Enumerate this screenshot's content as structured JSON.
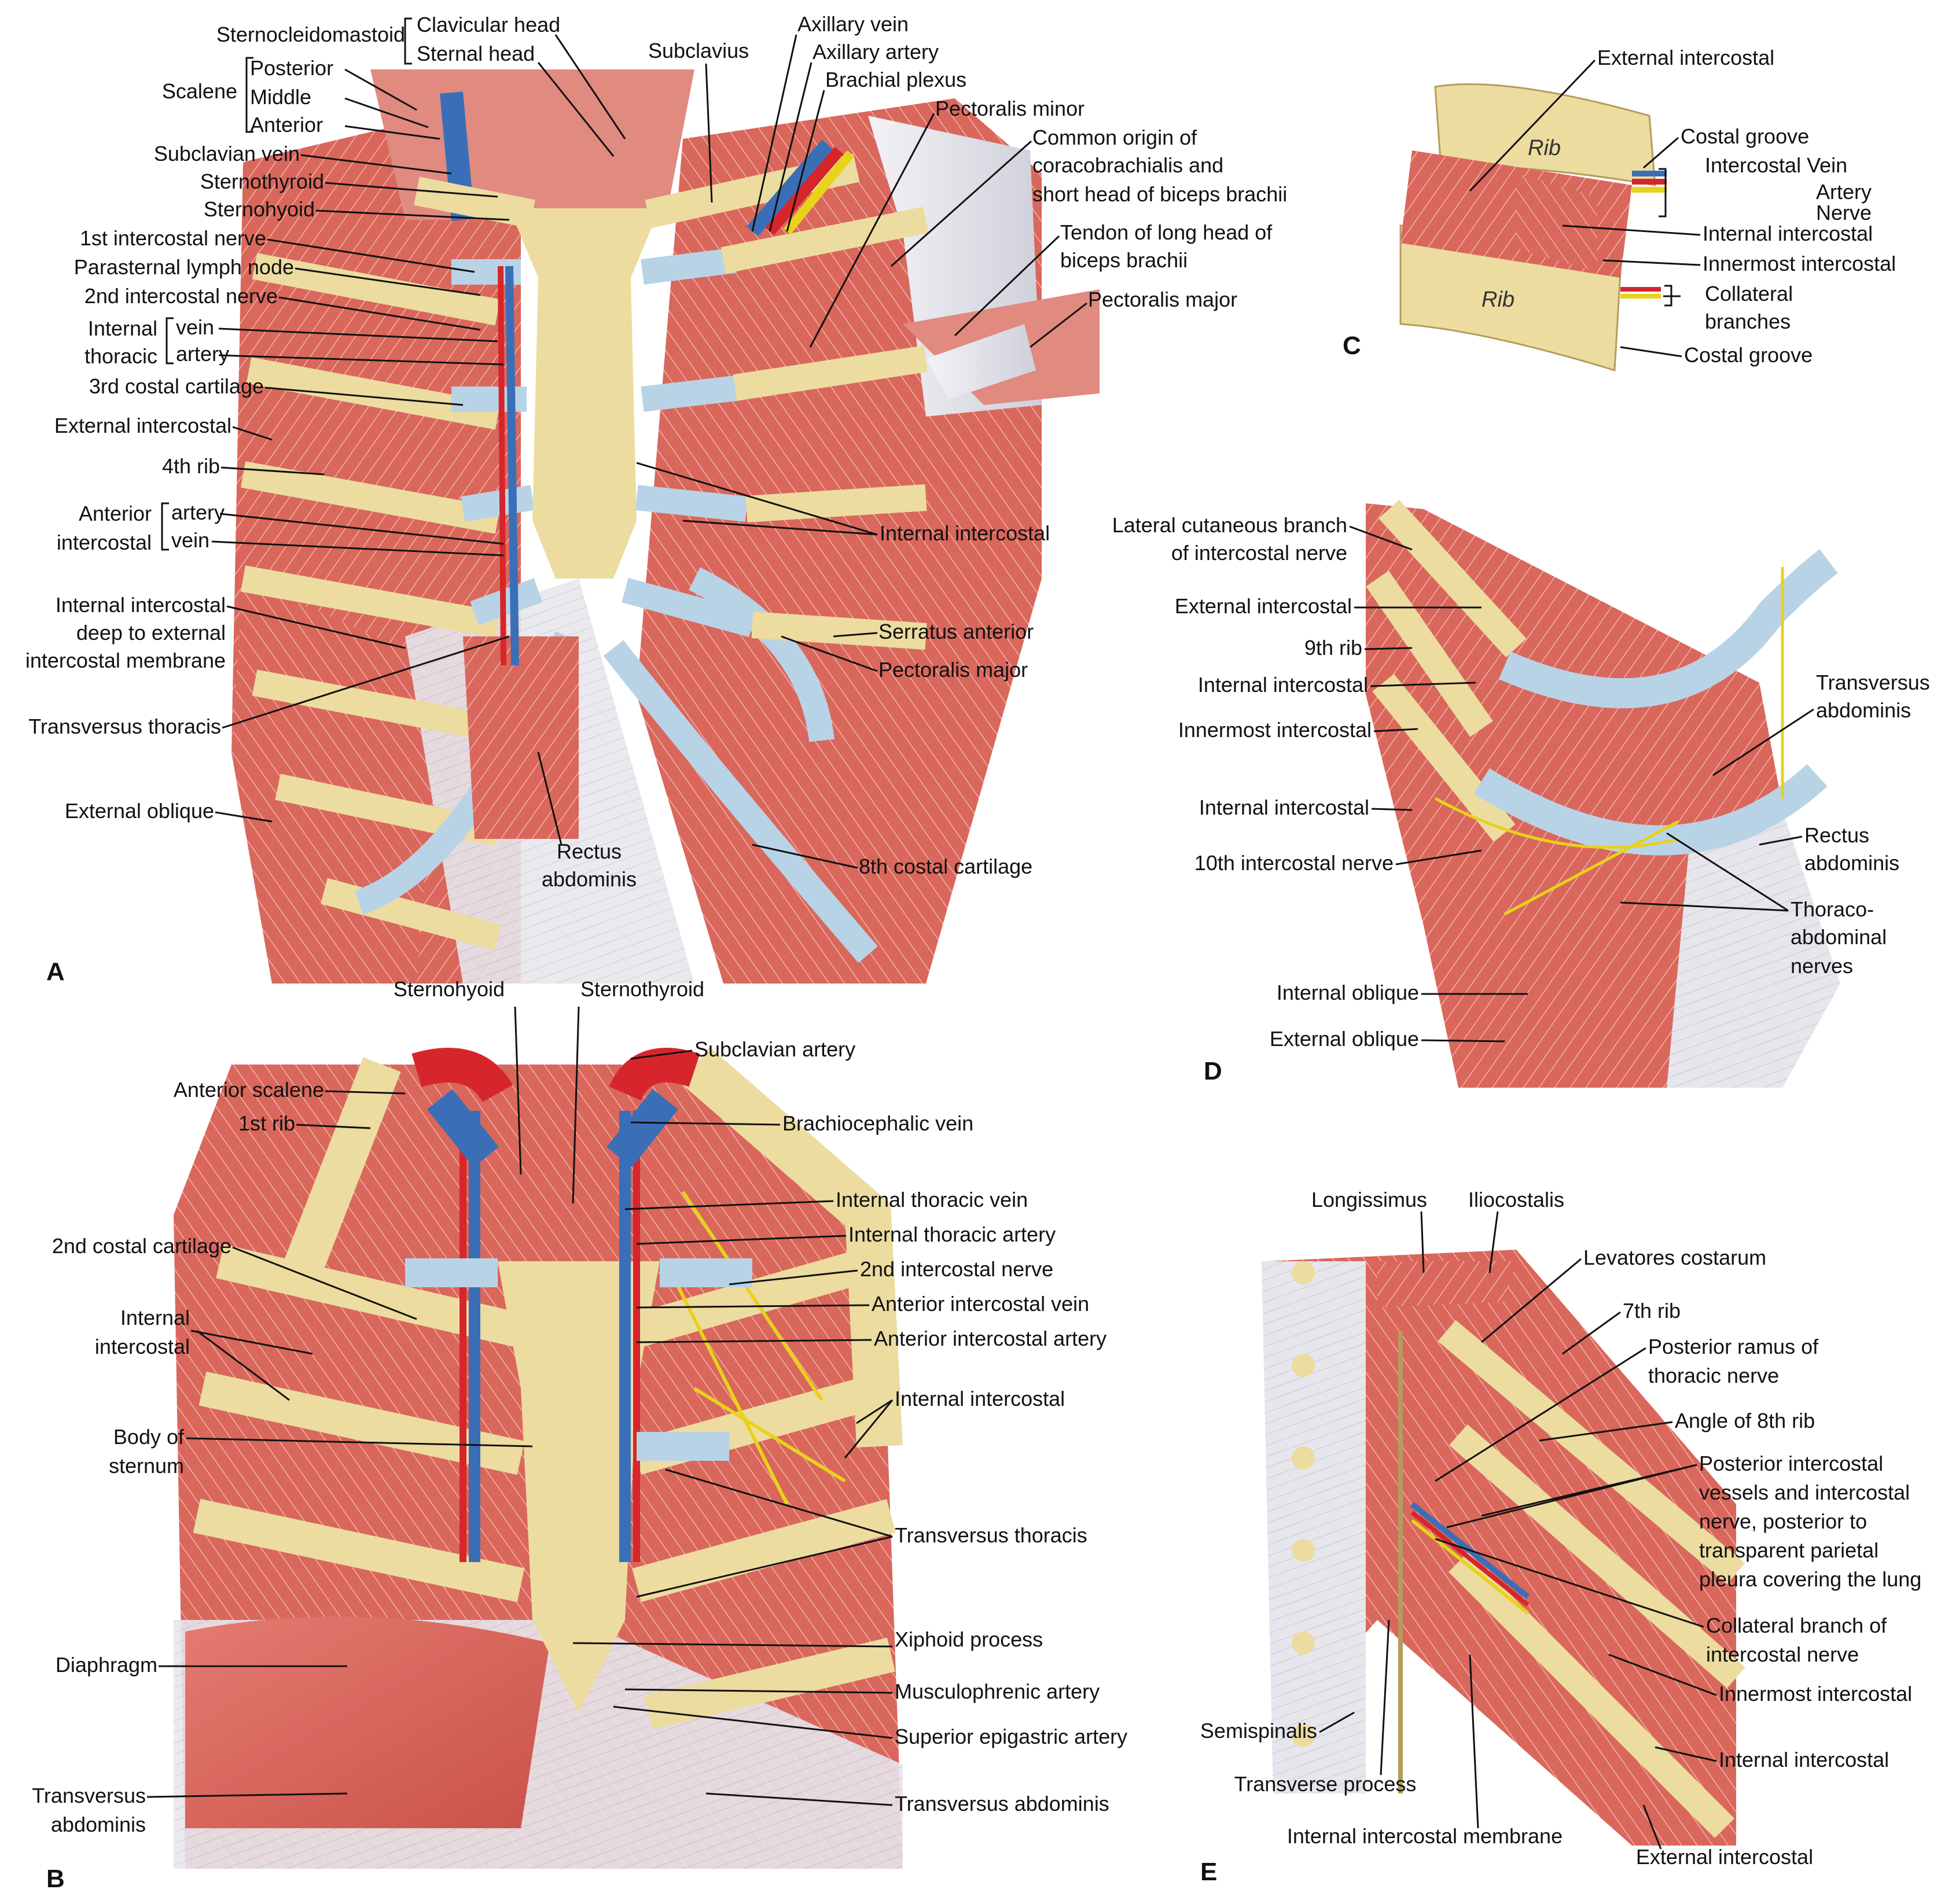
{
  "panels": {
    "A": {
      "tag": "A",
      "labels": {
        "sternocleidomastoid": "Sternocleidomastoid",
        "clavicular_head": "Clavicular head",
        "sternal_head": "Sternal head",
        "scalene": "Scalene",
        "posterior": "Posterior",
        "middle": "Middle",
        "anterior": "Anterior",
        "subclavian_vein": "Subclavian vein",
        "sternothyroid": "Sternothyroid",
        "sternohyoid": "Sternohyoid",
        "first_intercostal_nerve": "1st intercostal nerve",
        "parasternal_lymph_node": "Parasternal lymph node",
        "second_intercostal_nerve": "2nd intercostal nerve",
        "internal": "Internal",
        "thoracic": "thoracic",
        "vein": "vein",
        "artery": "artery",
        "third_costal_cartilage": "3rd costal cartilage",
        "external_intercostal": "External intercostal",
        "fourth_rib": "4th rib",
        "anterior2": "Anterior",
        "intercostal": "intercostal",
        "artery2": "artery",
        "vein2": "vein",
        "int_ic_deep_1": "Internal intercostal",
        "int_ic_deep_2": "deep to external",
        "int_ic_deep_3": "intercostal membrane",
        "transversus_thoracis": "Transversus thoracis",
        "external_oblique": "External oblique",
        "subclavius": "Subclavius",
        "axillary_vein": "Axillary vein",
        "axillary_artery": "Axillary artery",
        "brachial_plexus": "Brachial plexus",
        "pectoralis_minor": "Pectoralis minor",
        "common_origin_1": "Common origin of",
        "common_origin_2": "coracobrachialis and",
        "common_origin_3": "short head of biceps brachii",
        "tendon_1": "Tendon of long head of",
        "tendon_2": "biceps brachii",
        "pectoralis_major_top": "Pectoralis major",
        "internal_intercostal": "Internal intercostal",
        "serratus_anterior": "Serratus anterior",
        "pectoralis_major": "Pectoralis major",
        "rectus_1": "Rectus",
        "rectus_2": "abdominis",
        "eighth_costal_cartilage": "8th costal cartilage"
      }
    },
    "B": {
      "tag": "B",
      "labels": {
        "sternohyoid": "Sternohyoid",
        "sternothyroid": "Sternothyroid",
        "subclavian_artery": "Subclavian artery",
        "anterior_scalene": "Anterior scalene",
        "first_rib": "1st rib",
        "brachiocephalic_vein": "Brachiocephalic vein",
        "internal_thoracic_vein": "Internal thoracic vein",
        "internal_thoracic_artery": "Internal thoracic artery",
        "second_costal_cartilage": "2nd costal cartilage",
        "second_intercostal_nerve": "2nd intercostal nerve",
        "internal_1": "Internal",
        "internal_2": "intercostal",
        "anterior_intercostal_vein": "Anterior intercostal vein",
        "anterior_intercostal_artery": "Anterior intercostal artery",
        "internal_intercostal_right": "Internal intercostal",
        "body_1": "Body of",
        "body_2": "sternum",
        "transversus_thoracis": "Transversus thoracis",
        "xiphoid_process": "Xiphoid process",
        "diaphragm": "Diaphragm",
        "musculophrenic_artery": "Musculophrenic artery",
        "superior_epigastric_artery": "Superior epigastric artery",
        "ta_left_1": "Transversus",
        "ta_left_2": "abdominis",
        "transversus_abdominis": "Transversus abdominis"
      }
    },
    "C": {
      "tag": "C",
      "labels": {
        "external_intercostal": "External intercostal",
        "costal_groove_top": "Costal groove",
        "intercostal_vein": "Intercostal Vein",
        "artery": "Artery",
        "nerve": "Nerve",
        "internal_intercostal": "Internal intercostal",
        "innermost_intercostal": "Innermost intercostal",
        "collateral_1": "Collateral",
        "collateral_2": "branches",
        "costal_groove_bottom": "Costal groove",
        "rib_upper": "Rib",
        "rib_lower": "Rib"
      }
    },
    "D": {
      "tag": "D",
      "labels": {
        "lateral_cut_1": "Lateral cutaneous branch",
        "lateral_cut_2": "of intercostal nerve",
        "external_intercostal": "External intercostal",
        "ninth_rib": "9th rib",
        "internal_intercostal_1": "Internal intercostal",
        "innermost_intercostal": "Innermost intercostal",
        "internal_intercostal_2": "Internal intercostal",
        "tenth_intercostal_nerve": "10th intercostal nerve",
        "internal_oblique": "Internal oblique",
        "external_oblique": "External oblique",
        "transversus_1": "Transversus",
        "transversus_2": "abdominis",
        "rectus_1": "Rectus",
        "rectus_2": "abdominis",
        "thoraco_1": "Thoraco-",
        "thoraco_2": "abdominal",
        "thoraco_3": "nerves"
      }
    },
    "E": {
      "tag": "E",
      "labels": {
        "longissimus": "Longissimus",
        "iliocostalis": "Iliocostalis",
        "levatores_costarum": "Levatores costarum",
        "seventh_rib": "7th rib",
        "posterior_ramus_1": "Posterior ramus of",
        "posterior_ramus_2": "thoracic nerve",
        "angle_8th_rib": "Angle of 8th rib",
        "post_ic_1": "Posterior intercostal",
        "post_ic_2": "vessels and intercostal",
        "post_ic_3": "nerve, posterior to",
        "post_ic_4": "transparent parietal",
        "post_ic_5": "pleura covering the lung",
        "collateral_1": "Collateral branch of",
        "collateral_2": "intercostal nerve",
        "innermost_intercostal": "Innermost intercostal",
        "semispinalis": "Semispinalis",
        "internal_intercostal": "Internal intercostal",
        "transverse_process": "Transverse process",
        "internal_intercostal_membrane": "Internal intercostal membrane",
        "external_intercostal": "External intercostal"
      }
    }
  },
  "colors": {
    "muscle": "#d9675c",
    "muscle_light": "#ec9a8f",
    "bone": "#ecdca0",
    "cartilage": "#b9d3e6",
    "vein": "#3a6fb8",
    "artery": "#d6262b",
    "nerve": "#e8d21a",
    "tendon": "#e3e3e8",
    "fascia": "#d6d6de"
  }
}
